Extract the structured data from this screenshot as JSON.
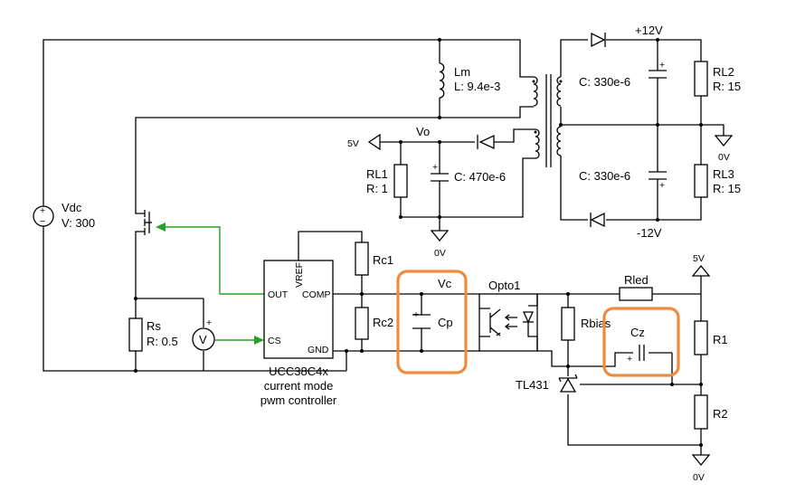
{
  "vdc": {
    "name": "Vdc",
    "value": "V: 300"
  },
  "lm": {
    "name": "Lm",
    "value": "L: 9.4e-3"
  },
  "rl2": {
    "name": "RL2",
    "value": "R: 15"
  },
  "rl3": {
    "name": "RL3",
    "value": "R: 15"
  },
  "c_top": {
    "value": "C: 330e-6"
  },
  "c_bot": {
    "value": "C: 330e-6"
  },
  "rail_pos": "+12V",
  "rail_neg": "-12V",
  "gnd_label": "0V",
  "vo": "Vo",
  "out_5v": "5V",
  "rl1": {
    "name": "RL1",
    "value": "R: 1"
  },
  "c_out": {
    "value": "C: 470e-6"
  },
  "rs": {
    "name": "Rs",
    "value": "R: 0.5"
  },
  "vmeter": "V",
  "controller": {
    "pin_vref": "VREF",
    "pin_out": "OUT",
    "pin_comp": "COMP",
    "pin_cs": "CS",
    "pin_gnd": "GND",
    "caption": [
      "UCC38C4x",
      "current mode",
      "pwm controller"
    ]
  },
  "rc1": "Rc1",
  "rc2": "Rc2",
  "vc": "Vc",
  "cp": "Cp",
  "opto": "Opto1",
  "rled": "Rled",
  "rbias": "Rbias",
  "cz": "Cz",
  "tl431": "TL431",
  "r1": "R1",
  "r2": "R2",
  "supply_5v": "5V",
  "gnd_bottom": "0V"
}
